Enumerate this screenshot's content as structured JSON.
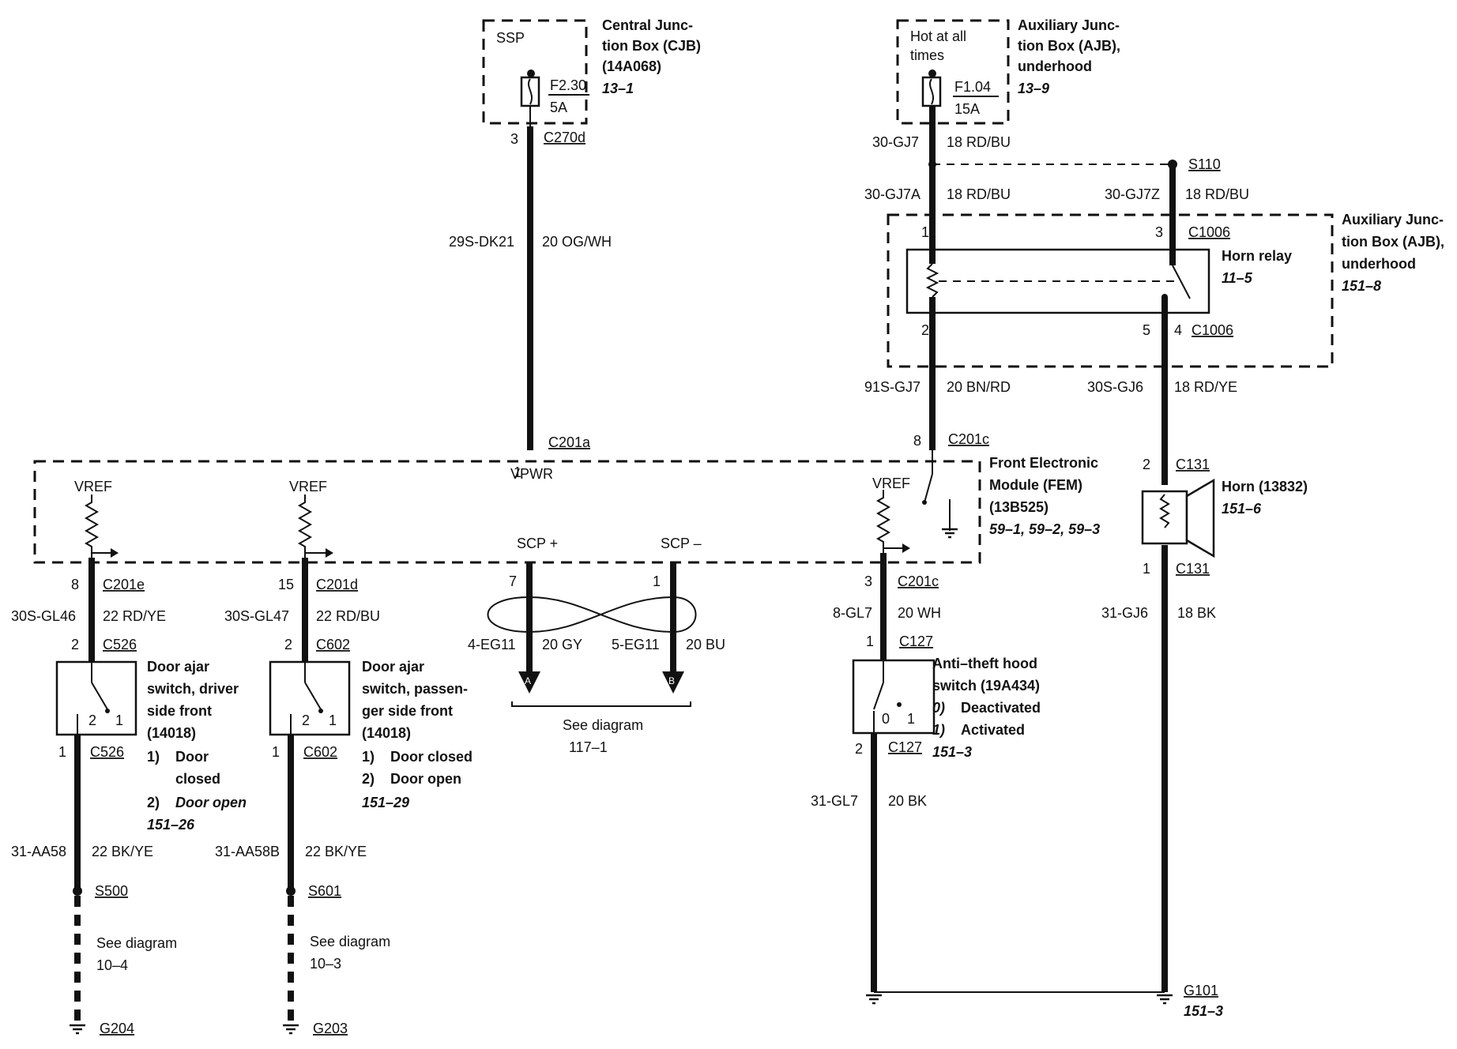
{
  "cjb": {
    "tag": "SSP",
    "fuse_id": "F2.30",
    "fuse_rating": "5A",
    "name_l1": "Central Junc-",
    "name_l2": "tion Box (CJB)",
    "part": "(14A068)",
    "ref": "13–1",
    "pin": "3",
    "connector": "C270d"
  },
  "ajb_top": {
    "tag_l1": "Hot at all",
    "tag_l2": "times",
    "fuse_id": "F1.04",
    "fuse_rating": "15A",
    "name_l1": "Auxiliary Junc-",
    "name_l2": "tion Box (AJB),",
    "name_l3": "underhood",
    "ref": "13–9"
  },
  "wires": {
    "w29": {
      "circuit": "29S-DK21",
      "gauge": "20 OG/WH"
    },
    "w30gj7": {
      "circuit": "30-GJ7",
      "gauge": "18 RD/BU"
    },
    "w30gj7a": {
      "circuit": "30-GJ7A",
      "gauge": "18 RD/BU"
    },
    "w30gj7z": {
      "circuit": "30-GJ7Z",
      "gauge": "18 RD/BU"
    },
    "w91": {
      "circuit": "91S-GJ7",
      "gauge": "20 BN/RD"
    },
    "w30gj6": {
      "circuit": "30S-GJ6",
      "gauge": "18 RD/YE"
    },
    "w31gj6": {
      "circuit": "31-GJ6",
      "gauge": "18 BK"
    },
    "w30gl46": {
      "circuit": "30S-GL46",
      "gauge": "22 RD/YE"
    },
    "w30gl47": {
      "circuit": "30S-GL47",
      "gauge": "22 RD/BU"
    },
    "w4eg11": {
      "circuit": "4-EG11",
      "gauge": "20 GY"
    },
    "w5eg11": {
      "circuit": "5-EG11",
      "gauge": "20 BU"
    },
    "w8gl7": {
      "circuit": "8-GL7",
      "gauge": "20 WH"
    },
    "w31gl7": {
      "circuit": "31-GL7",
      "gauge": "20 BK"
    },
    "w31aa58": {
      "circuit": "31-AA58",
      "gauge": "22 BK/YE"
    },
    "w31aa58b": {
      "circuit": "31-AA58B",
      "gauge": "22 BK/YE"
    }
  },
  "splice_s110": "S110",
  "relay": {
    "pin1": "1",
    "pin3": "3",
    "pin2": "2",
    "pin5": "5",
    "pin4": "4",
    "conn_top": "C1006",
    "conn_bottom": "C1006",
    "name": "Horn relay",
    "ref": "11–5",
    "box_l1": "Auxiliary Junc-",
    "box_l2": "tion Box (AJB),",
    "box_l3": "underhood",
    "box_ref": "151–8"
  },
  "fem": {
    "vpwr": "VPWR",
    "c201a_pin": "1",
    "c201a": "C201a",
    "c201c_pin": "8",
    "c201c": "C201c",
    "name_l1": "Front Electronic",
    "name_l2": "Module (FEM)",
    "part": "(13B525)",
    "ref": "59–1, 59–2, 59–3",
    "vref1": "VREF",
    "vref2": "VREF",
    "vref3": "VREF",
    "scp_plus": "SCP +",
    "scp_minus": "SCP –"
  },
  "horn": {
    "pin2": "2",
    "conn_top": "C131",
    "name": "Horn (13832)",
    "ref": "151–6",
    "pin1": "1",
    "conn_bottom": "C131"
  },
  "driver_branch": {
    "fem_pin": "8",
    "fem_conn": "C201e",
    "sw_pin_top": "2",
    "sw_conn_top": "C526",
    "sw_pin_bottom": "1",
    "sw_conn_bottom": "C526",
    "contact_a": "2",
    "contact_b": "1",
    "name_l1": "Door ajar",
    "name_l2": "switch, driver",
    "name_l3": "side front",
    "part": "(14018)",
    "state1_num": "1)",
    "state1_l1": "Door",
    "state1_l2": "closed",
    "state2_num": "2)",
    "state2": "Door open",
    "ref": "151–26",
    "splice": "S500",
    "see_l1": "See diagram",
    "see_l2": "10–4",
    "ground": "G204"
  },
  "pass_branch": {
    "fem_pin": "15",
    "fem_conn": "C201d",
    "sw_pin_top": "2",
    "sw_conn_top": "C602",
    "sw_pin_bottom": "1",
    "sw_conn_bottom": "C602",
    "contact_a": "2",
    "contact_b": "1",
    "name_l1": "Door ajar",
    "name_l2": "switch, passen-",
    "name_l3": "ger side front",
    "part": "(14018)",
    "state1_num": "1)",
    "state1": "Door closed",
    "state2_num": "2)",
    "state2": "Door open",
    "ref": "151–29",
    "splice": "S601",
    "see_l1": "See diagram",
    "see_l2": "10–3",
    "ground": "G203"
  },
  "scp": {
    "pin7": "7",
    "pin1": "1",
    "arrow_a": "A",
    "arrow_b": "B",
    "see_l1": "See diagram",
    "see_l2": "117–1"
  },
  "hood": {
    "fem_pin": "3",
    "fem_conn": "C201c",
    "sw_pin_top": "1",
    "sw_conn_top": "C127",
    "contact_a": "0",
    "contact_b": "1",
    "name_l1": "Anti–theft hood",
    "name_l2": "switch (19A434)",
    "state0_num": "0)",
    "state0": "Deactivated",
    "state1_num": "1)",
    "state1": "Activated",
    "ref": "151–3",
    "sw_pin_bottom": "2",
    "sw_conn_bottom": "C127"
  },
  "ground_g101": {
    "name": "G101",
    "ref": "151–3"
  }
}
